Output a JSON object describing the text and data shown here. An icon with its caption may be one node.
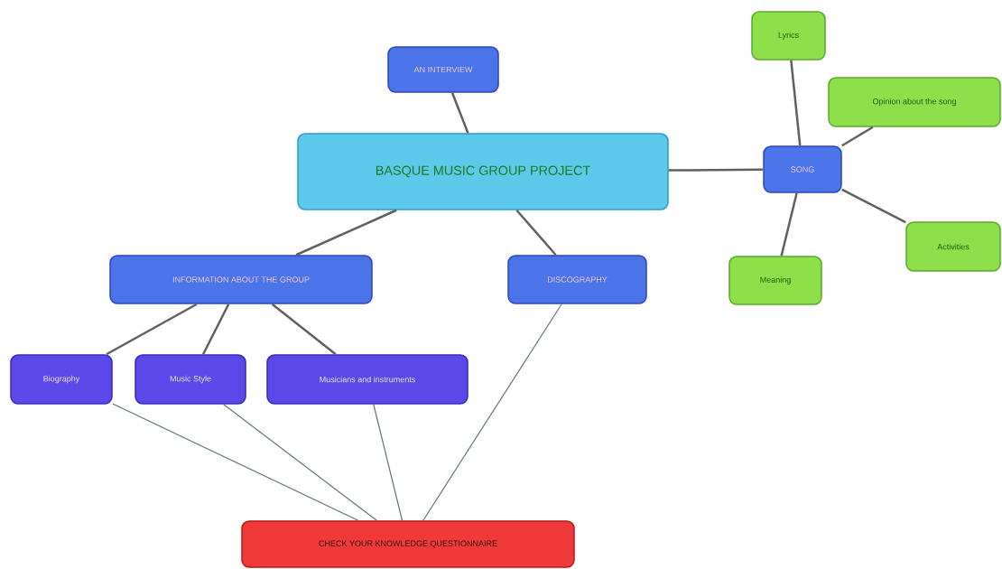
{
  "diagram": {
    "nodes": [
      {
        "text": [
          "BASQUE MUSIC GROUP PROJECT"
        ]
      },
      {
        "text": [
          "AN INTERVIEW"
        ]
      },
      {
        "text": [
          "SONG"
        ]
      },
      {
        "text": [
          "Lyrics"
        ]
      },
      {
        "text": [
          "Opinion about the song"
        ]
      },
      {
        "text": [
          "Activities"
        ]
      },
      {
        "text": [
          "Meaning"
        ]
      },
      {
        "text": [
          "INFORMATION ABOUT THE GROUP"
        ]
      },
      {
        "text": [
          "DISCOGRAPHY"
        ]
      },
      {
        "text": [
          "Biography"
        ]
      },
      {
        "text": [
          "Music Style"
        ]
      },
      {
        "text": [
          "Musicians and instruments"
        ]
      },
      {
        "text": [
          "CHECK YOUR KNOWLEDGE QUESTIONNAIRE"
        ]
      }
    ],
    "edges": [
      {
        "from": 0,
        "to": 1,
        "arrow": "none"
      },
      {
        "from": 0,
        "to": 2,
        "arrow": "none"
      },
      {
        "from": 2,
        "to": 3,
        "arrow": "none"
      },
      {
        "from": 2,
        "to": 4,
        "arrow": "none"
      },
      {
        "from": 2,
        "to": 5,
        "arrow": "none"
      },
      {
        "from": 2,
        "to": 6,
        "arrow": "none"
      },
      {
        "from": 0,
        "to": 7,
        "arrow": "none"
      },
      {
        "from": 0,
        "to": 8,
        "arrow": "none"
      },
      {
        "from": 7,
        "to": 9,
        "arrow": "none"
      },
      {
        "from": 7,
        "to": 10,
        "arrow": "none"
      },
      {
        "from": 7,
        "to": 11,
        "arrow": "none"
      },
      {
        "from": 9,
        "to": 12,
        "arrow": "none",
        "color": "#5b7480"
      },
      {
        "from": 10,
        "to": 12,
        "arrow": "none",
        "color": "#5b7480"
      },
      {
        "from": 11,
        "to": 12,
        "arrow": "none",
        "color": "#5b7480"
      },
      {
        "from": 8,
        "to": 12,
        "arrow": "none",
        "color": "#5b7480"
      }
    ]
  }
}
